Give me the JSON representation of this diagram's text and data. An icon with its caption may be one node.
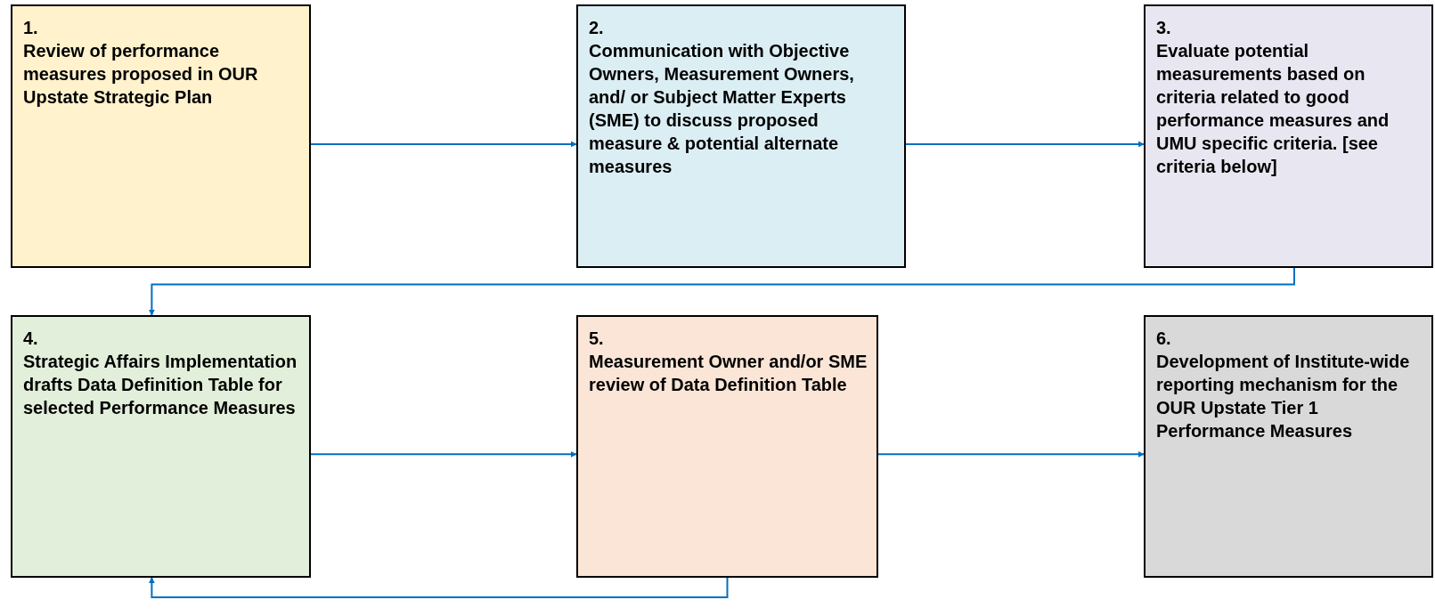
{
  "diagram": {
    "nodes": [
      {
        "text": [
          "1.",
          "Review of performance measures proposed in OUR Upstate Strategic Plan"
        ]
      },
      {
        "text": [
          "2.",
          "Communication with Objective Owners, Measurement Owners, and/ or Subject Matter Experts (SME) to discuss proposed measure & potential alternate measures"
        ]
      },
      {
        "text": [
          "3.",
          "Evaluate potential measurements based on criteria related to good performance measures and UMU specific criteria. [see criteria below]"
        ]
      },
      {
        "text": [
          "4.",
          "Strategic Affairs Implementation drafts Data Definition Table for selected Performance Measures"
        ]
      },
      {
        "text": [
          "5.",
          "Measurement Owner and/or SME review of Data Definition Table"
        ]
      },
      {
        "text": [
          "6.",
          "Development of Institute-wide reporting mechanism for the OUR Upstate Tier 1 Performance Measures"
        ]
      }
    ],
    "edges": [
      {
        "from": 0,
        "to": 1,
        "arrow": "to"
      },
      {
        "from": 1,
        "to": 2,
        "arrow": "to"
      },
      {
        "from": 2,
        "to": 3,
        "arrow": "to"
      },
      {
        "from": 3,
        "to": 4,
        "arrow": "to"
      },
      {
        "from": 4,
        "to": 5,
        "arrow": "to"
      },
      {
        "from": 4,
        "to": 3,
        "arrow": "to"
      }
    ]
  }
}
